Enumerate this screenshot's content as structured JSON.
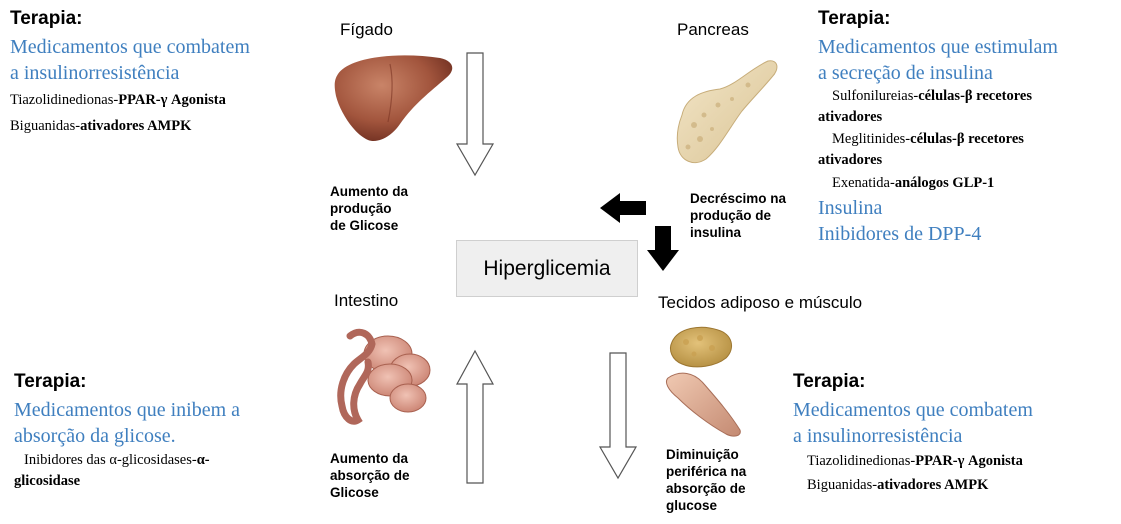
{
  "center": {
    "label": "Hiperglicemia"
  },
  "liver": {
    "label": "Fígado",
    "effect": [
      "Aumento da",
      "produção",
      "de Glicose"
    ]
  },
  "pancreas": {
    "label": "Pancreas",
    "effect": [
      "Decréscimo na",
      "produção de",
      "insulina"
    ]
  },
  "intestine": {
    "label": "Intestino",
    "effect": [
      "Aumento da",
      "absorção de",
      "Glicose"
    ]
  },
  "tissues": {
    "label": "Tecidos adiposo e músculo",
    "effect": [
      "Diminuição",
      "periférica na",
      "absorção de",
      "glucose"
    ]
  },
  "therapy_liver": {
    "title": "Terapia:",
    "headline": [
      "Medicamentos que combatem",
      "a insulinorresistência"
    ],
    "drugs": [
      {
        "name": "Tiazolidinedionas-",
        "action": "PPAR-γ Agonista"
      },
      {
        "name": "Biguanidas-",
        "action": "ativadores AMPK"
      }
    ]
  },
  "therapy_pancreas": {
    "title": "Terapia:",
    "headline": [
      "Medicamentos que estimulam",
      "a secreção de insulina"
    ],
    "drugs": [
      {
        "name": "Sulfonilureias-",
        "action": "células-β recetores",
        "cont": "ativadores"
      },
      {
        "name": "Meglitinides-",
        "action": "células-β recetores",
        "cont": "ativadores"
      },
      {
        "name": "Exenatida-",
        "action": "análogos GLP-1"
      }
    ],
    "extra": [
      "Insulina",
      "Inibidores de DPP-4"
    ]
  },
  "therapy_intestine": {
    "title": "Terapia:",
    "headline": [
      "Medicamentos que inibem a",
      "absorção da glicose."
    ],
    "drugs": [
      {
        "name": "Inibidores das α-glicosidases-",
        "action": "α-",
        "cont": "glicosidase"
      }
    ]
  },
  "therapy_tissues": {
    "title": "Terapia:",
    "headline": [
      "Medicamentos que combatem",
      "a insulinorresistência"
    ],
    "drugs": [
      {
        "name": "Tiazolidinedionas-",
        "action": "PPAR-γ Agonista"
      },
      {
        "name": "Biguanidas-",
        "action": "ativadores AMPK"
      }
    ]
  },
  "colors": {
    "blue_text": "#3f7fbf",
    "box_fill": "#efefef"
  }
}
